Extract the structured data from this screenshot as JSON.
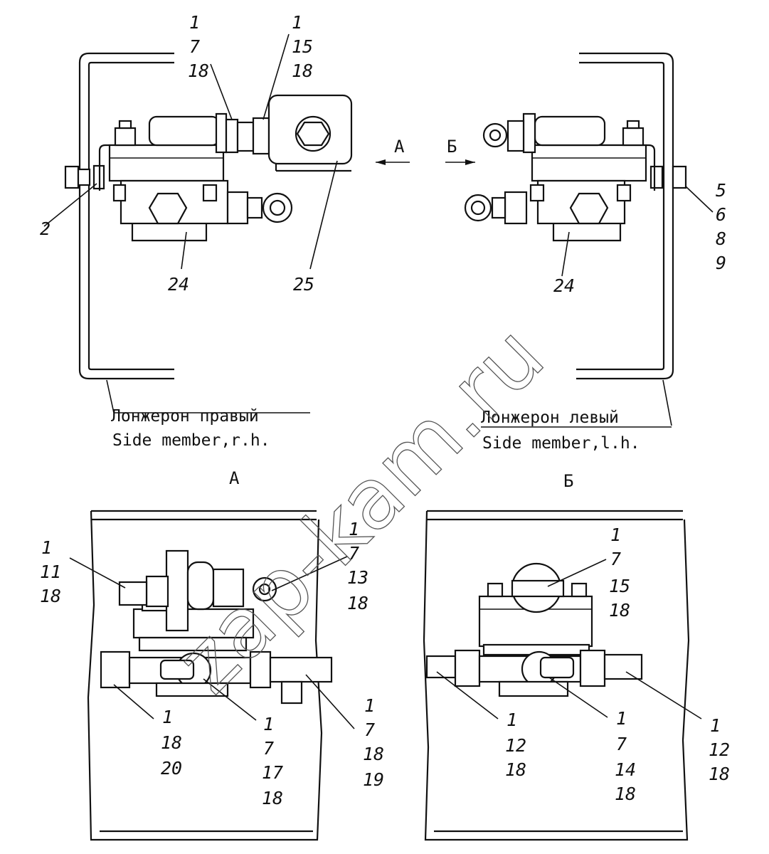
{
  "watermark": "zap-kam.ru",
  "top": {
    "right_side": {
      "caption_ru": "Лонжерон правый",
      "caption_en": "Side member,r.h.",
      "labels": {
        "c1": [
          "1",
          "7",
          "18"
        ],
        "c2": [
          "1",
          "15",
          "18"
        ],
        "bolt": "2",
        "valve": "24",
        "bracket": "25"
      }
    },
    "left_side": {
      "caption_ru": "Лонжерон левый",
      "caption_en": "Side member,l.h.",
      "labels": {
        "fasteners": [
          "5",
          "6",
          "8",
          "9"
        ],
        "valve": "24"
      }
    },
    "arrow_a": "А",
    "arrow_b": "Б"
  },
  "view_a": {
    "title": "А",
    "labels": {
      "left_top": [
        "1",
        "11",
        "18"
      ],
      "right_top": [
        "1",
        "7",
        "13",
        "18"
      ],
      "bottom_left": [
        "1",
        "18",
        "20"
      ],
      "bottom_mid": [
        "1",
        "7",
        "17",
        "18"
      ],
      "bottom_right": [
        "1",
        "7",
        "18",
        "19"
      ]
    }
  },
  "view_b": {
    "title": "Б",
    "labels": {
      "top": [
        "1",
        "7",
        "15",
        "18"
      ],
      "bottom_left": [
        "1",
        "12",
        "18"
      ],
      "bottom_mid": [
        "1",
        "7",
        "14",
        "18"
      ],
      "bottom_right": [
        "1",
        "12",
        "18"
      ]
    }
  }
}
